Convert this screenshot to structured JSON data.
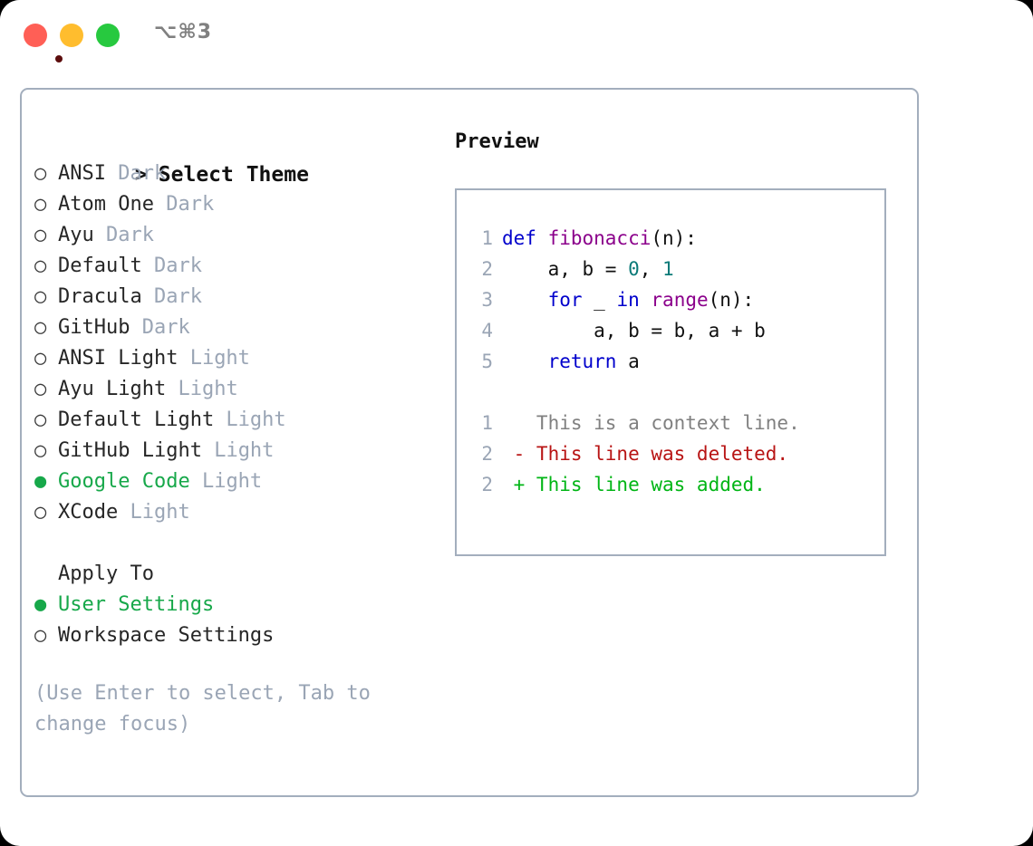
{
  "titlebar": {
    "shortcut": "⌥⌘3",
    "buttons": [
      {
        "name": "close",
        "color": "#ff5f56"
      },
      {
        "name": "minimize",
        "color": "#ffbd2e"
      },
      {
        "name": "zoom",
        "color": "#27c93f"
      }
    ]
  },
  "colors": {
    "selected_green": "#17a84a",
    "muted_gray": "#9aa5b5",
    "border": "#a3aebd",
    "keyword_blue": "#0000cc",
    "function_magenta": "#8b008b",
    "number_teal": "#0b7a78",
    "diff_deleted_red": "#b81414",
    "diff_added_green": "#00b515"
  },
  "theme_picker": {
    "header_caret": ">",
    "header": "Select Theme",
    "bullet_unselected": "○",
    "bullet_selected": "●",
    "items": [
      {
        "label": "ANSI",
        "tag": "Dark",
        "selected": false
      },
      {
        "label": "Atom One",
        "tag": "Dark",
        "selected": false
      },
      {
        "label": "Ayu",
        "tag": "Dark",
        "selected": false
      },
      {
        "label": "Default",
        "tag": "Dark",
        "selected": false
      },
      {
        "label": "Dracula",
        "tag": "Dark",
        "selected": false
      },
      {
        "label": "GitHub",
        "tag": "Dark",
        "selected": false
      },
      {
        "label": "ANSI Light",
        "tag": "Light",
        "selected": false
      },
      {
        "label": "Ayu Light",
        "tag": "Light",
        "selected": false
      },
      {
        "label": "Default Light",
        "tag": "Light",
        "selected": false
      },
      {
        "label": "GitHub Light",
        "tag": "Light",
        "selected": false
      },
      {
        "label": "Google Code",
        "tag": "Light",
        "selected": true
      },
      {
        "label": "XCode",
        "tag": "Light",
        "selected": false
      }
    ]
  },
  "apply_to": {
    "header": "Apply To",
    "items": [
      {
        "label": "User Settings",
        "selected": true
      },
      {
        "label": "Workspace Settings",
        "selected": false
      }
    ]
  },
  "hint": "(Use Enter to select, Tab to change focus)",
  "preview": {
    "title": "Preview",
    "code_lines": [
      {
        "lineno": "1",
        "tokens": [
          {
            "text": "def ",
            "type": "kw"
          },
          {
            "text": "fibonacci",
            "type": "fn"
          },
          {
            "text": "(n):",
            "type": "txt"
          }
        ]
      },
      {
        "lineno": "2",
        "tokens": [
          {
            "text": "    a, b = ",
            "type": "txt"
          },
          {
            "text": "0",
            "type": "num"
          },
          {
            "text": ", ",
            "type": "txt"
          },
          {
            "text": "1",
            "type": "num"
          }
        ]
      },
      {
        "lineno": "3",
        "tokens": [
          {
            "text": "    ",
            "type": "txt"
          },
          {
            "text": "for",
            "type": "kw"
          },
          {
            "text": " _ ",
            "type": "txt"
          },
          {
            "text": "in",
            "type": "kw"
          },
          {
            "text": " ",
            "type": "txt"
          },
          {
            "text": "range",
            "type": "fn"
          },
          {
            "text": "(n):",
            "type": "txt"
          }
        ]
      },
      {
        "lineno": "4",
        "tokens": [
          {
            "text": "        a, b = b, a + b",
            "type": "txt"
          }
        ]
      },
      {
        "lineno": "5",
        "tokens": [
          {
            "text": "    ",
            "type": "txt"
          },
          {
            "text": "return",
            "type": "kw"
          },
          {
            "text": " a",
            "type": "txt"
          }
        ]
      }
    ],
    "diff_lines": [
      {
        "lineno": "1",
        "tokens": [
          {
            "text": "   This is a context line.",
            "type": "ctx"
          }
        ]
      },
      {
        "lineno": "2",
        "tokens": [
          {
            "text": " - This line was deleted.",
            "type": "del"
          }
        ]
      },
      {
        "lineno": "2",
        "tokens": [
          {
            "text": " + This line was added.",
            "type": "add"
          }
        ]
      }
    ]
  }
}
